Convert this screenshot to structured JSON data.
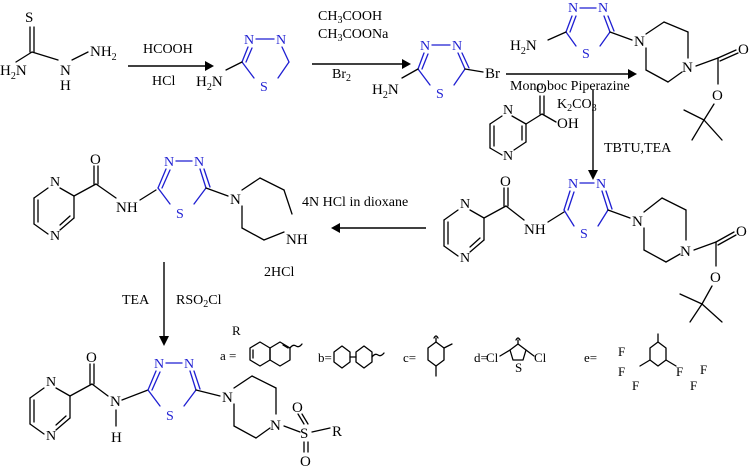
{
  "reagents": {
    "step1_top": "HCOOH",
    "step1_bottom": "HCl",
    "step2_line1": "CH3COOH",
    "step2_line2": "CH3COONa",
    "step2_bottom": "Br2",
    "step3_top": "Mono boc Piperazine",
    "step3_bottom": "K2CO3",
    "step4": "TBTU,TEA",
    "step5": "4N HCl in dioxane",
    "salt": "2HCl",
    "step6_left": "TEA",
    "step6_right": "RSO2Cl"
  },
  "atoms": {
    "S": "S",
    "N": "N",
    "H": "H",
    "O": "O",
    "NH": "NH",
    "NH2": "NH2",
    "H2N": "H2N",
    "Br": "Br",
    "OH": "OH",
    "Cl": "Cl",
    "F": "F",
    "R": "R"
  },
  "r_groups": {
    "a": "a =",
    "b": "b=",
    "c": "c=",
    "d": "d=",
    "e": "e="
  }
}
